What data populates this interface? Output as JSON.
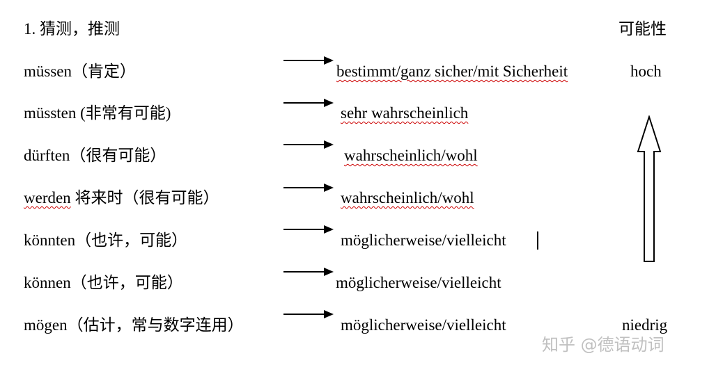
{
  "heading": "1. 猜测，推测",
  "column_header": "可能性",
  "scale": {
    "high": "hoch",
    "low": "niedrig"
  },
  "rows": [
    {
      "verb": "müssen",
      "note": "（肯定）",
      "meaning": "bestimmt/ganz sicher/mit Sicherheit"
    },
    {
      "verb": "müssten",
      "note": " (非常有可能)",
      "meaning": "sehr wahrscheinlich"
    },
    {
      "verb": "dürften",
      "note": "（很有可能）",
      "meaning": "wahrscheinlich/wohl"
    },
    {
      "verb": "werden",
      "note": " 将来时（很有可能）",
      "meaning": "wahrscheinlich/wohl"
    },
    {
      "verb": "könnten",
      "note": "（也许，可能）",
      "meaning": "möglicherweise/vielleicht"
    },
    {
      "verb": "können",
      "note": "（也许，可能）",
      "meaning": "möglicherweise/vielleicht"
    },
    {
      "verb": "mögen",
      "note": "（估计，常与数字连用）",
      "meaning": "möglicherweise/vielleicht"
    }
  ],
  "watermark": "知乎 @德语动词"
}
